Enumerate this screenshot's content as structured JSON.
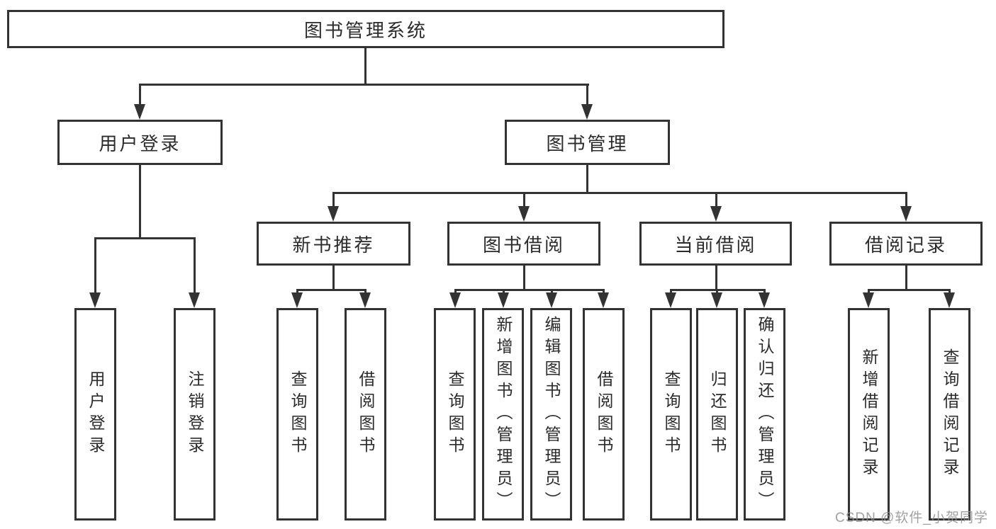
{
  "colors": {
    "line": "#333333",
    "box_border": "#333333",
    "text": "#2b2b2b",
    "watermark": "#919191",
    "background": "#ffffff"
  },
  "tree": {
    "root": {
      "label": "图书管理系统"
    },
    "branches": [
      {
        "label": "用户登录",
        "children": [
          {
            "label": "用户登录"
          },
          {
            "label": "注销登录"
          }
        ]
      },
      {
        "label": "图书管理",
        "children": [
          {
            "label": "新书推荐",
            "children": [
              {
                "label": "查询图书"
              },
              {
                "label": "借阅图书"
              }
            ]
          },
          {
            "label": "图书借阅",
            "children": [
              {
                "label": "查询图书"
              },
              {
                "label": "新增图书（管理员）"
              },
              {
                "label": "编辑图书（管理员）"
              },
              {
                "label": "借阅图书"
              }
            ]
          },
          {
            "label": "当前借阅",
            "children": [
              {
                "label": "查询图书"
              },
              {
                "label": "归还图书"
              },
              {
                "label": "确认归还（管理员）"
              }
            ]
          },
          {
            "label": "借阅记录",
            "children": [
              {
                "label": "新增借阅记录"
              },
              {
                "label": "查询借阅记录"
              }
            ]
          }
        ]
      }
    ]
  },
  "watermark": {
    "text": "CSDN @软件_小贺同学"
  }
}
